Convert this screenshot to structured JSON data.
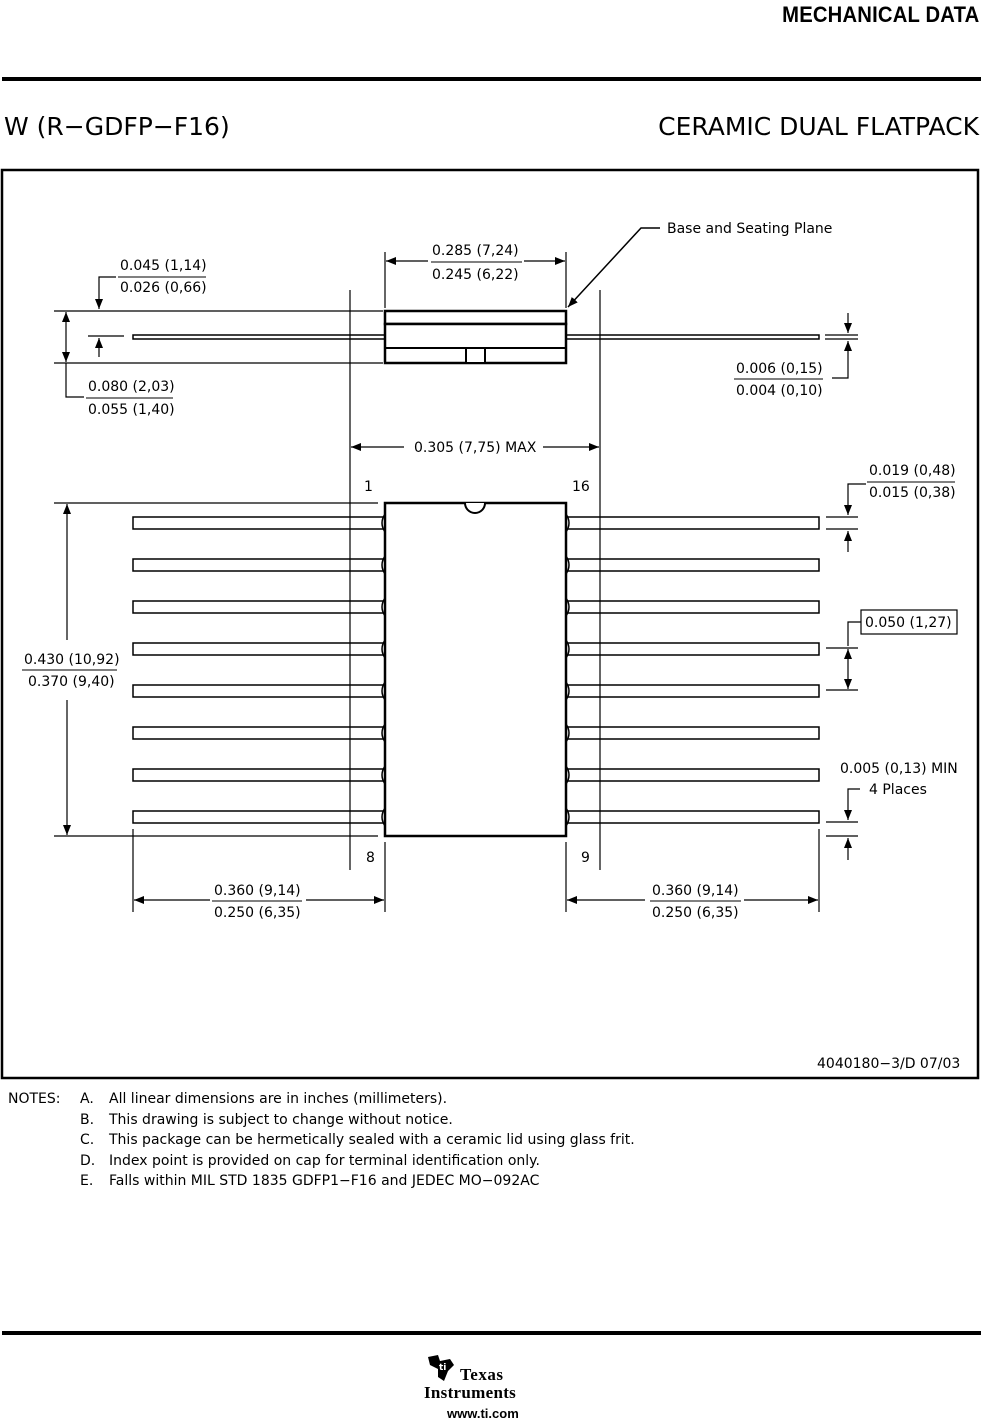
{
  "header": {
    "section": "MECHANICAL DATA"
  },
  "package": {
    "code": "W (R−GDFP−F16)",
    "name": "CERAMIC DUAL FLATPACK"
  },
  "drawing": {
    "base_plane": "Base and Seating Plane",
    "dim_body_width_top": "0.285 (7,24)",
    "dim_body_width_bot": "0.245 (6,22)",
    "dim_lead_thick_top": "0.045 (1,14)",
    "dim_lead_thick_bot": "0.026 (0,66)",
    "dim_height_top": "0.080 (2,03)",
    "dim_height_bot": "0.055 (1,40)",
    "dim_lead_t_top": "0.006 (0,15)",
    "dim_lead_t_bot": "0.004 (0,10)",
    "dim_span_max": "0.305 (7,75) MAX",
    "pin_1": "1",
    "pin_16": "16",
    "pin_8": "8",
    "pin_9": "9",
    "dim_lead_w_top": "0.019 (0,48)",
    "dim_lead_w_bot": "0.015 (0,38)",
    "dim_pitch": "0.050 (1,27)",
    "dim_len_top": "0.430 (10,92)",
    "dim_len_bot": "0.370 (9,40)",
    "dim_min_top": "0.005 (0,13) MIN",
    "dim_min_bot": "4 Places",
    "dim_lead_left_top": "0.360 (9,14)",
    "dim_lead_left_bot": "0.250 (6,35)",
    "dim_lead_right_top": "0.360 (9,14)",
    "dim_lead_right_bot": "0.250 (6,35)",
    "drawing_number": "4040180−3/D 07/03"
  },
  "notes": {
    "label": "NOTES:",
    "items": [
      {
        "letter": "A.",
        "text": "All linear dimensions are in inches (millimeters)."
      },
      {
        "letter": "B.",
        "text": "This drawing is subject to change without notice."
      },
      {
        "letter": "C.",
        "text": "This package can be hermetically sealed with a ceramic lid using glass frit."
      },
      {
        "letter": "D.",
        "text": "Index point is provided on cap for terminal identification only."
      },
      {
        "letter": "E.",
        "text": "Falls within MIL STD 1835 GDFP1−F16 and JEDEC MO−092AC"
      }
    ]
  },
  "footer": {
    "brand_line1": "Texas",
    "brand_line2": "Instruments",
    "url": "www.ti.com"
  }
}
